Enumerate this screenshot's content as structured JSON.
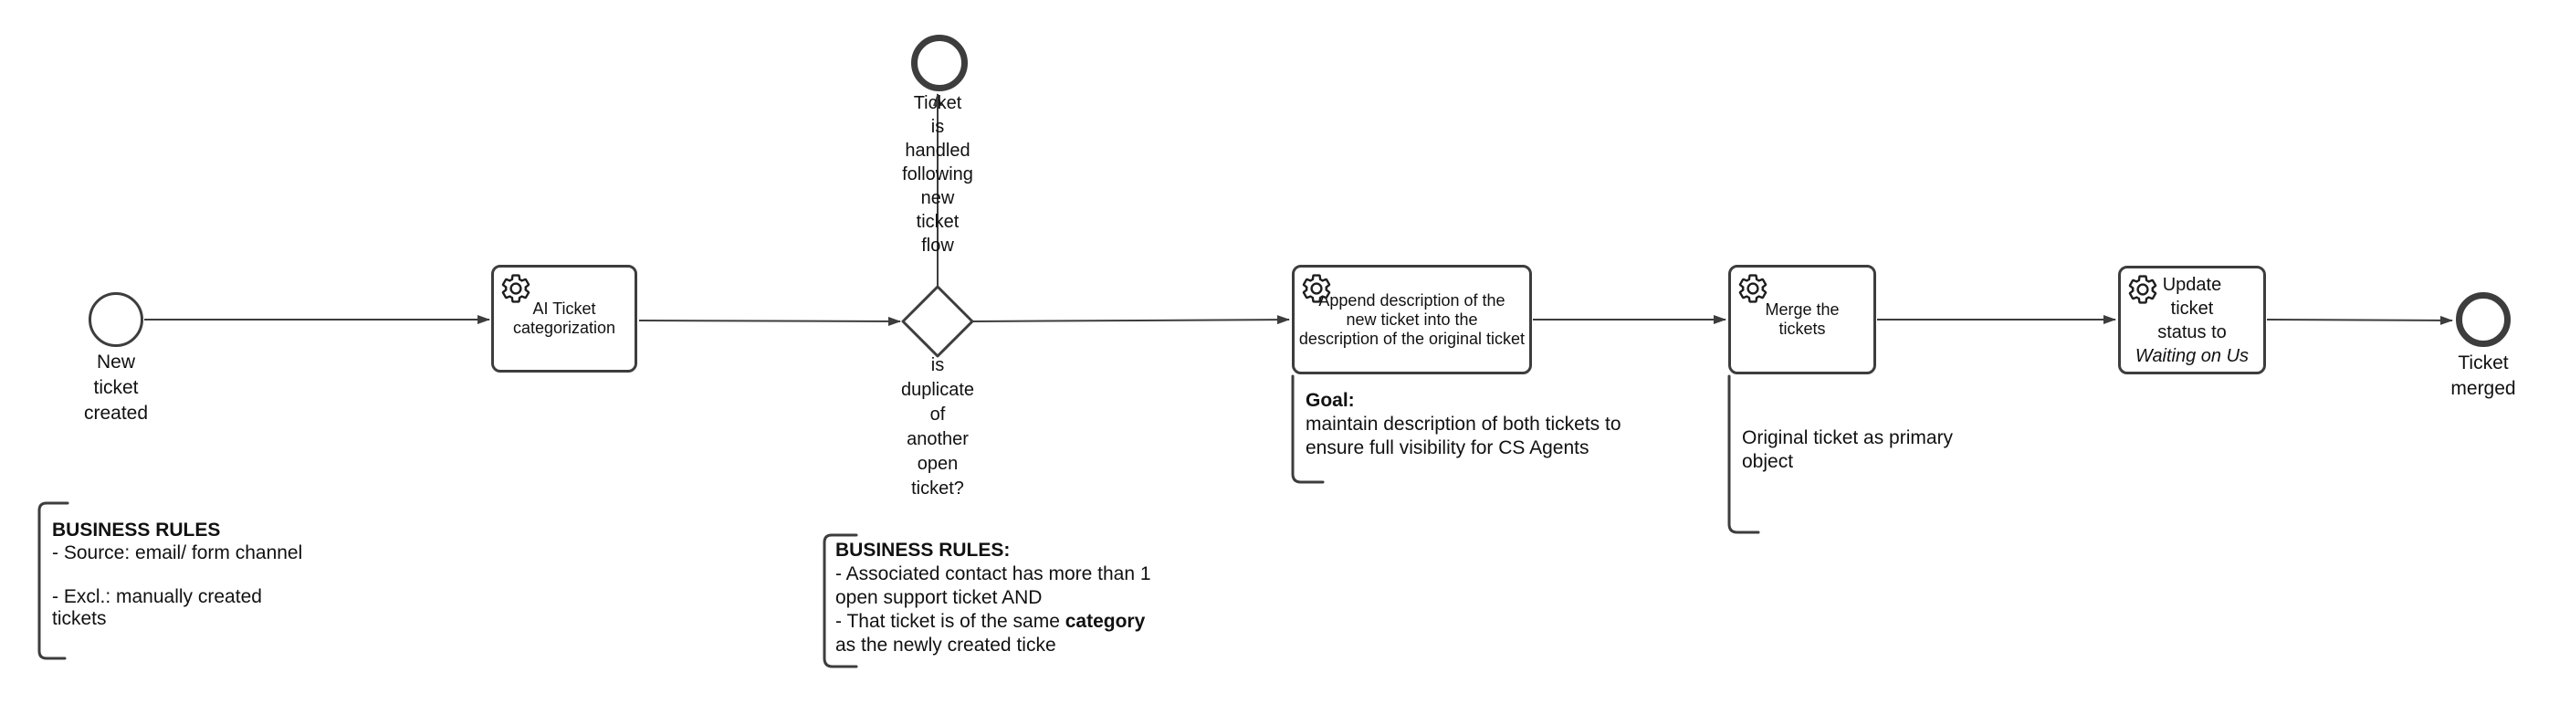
{
  "diagram": {
    "type": "bpmn-flow",
    "nodes": {
      "start_event": {
        "label": "New\nticket\ncreated"
      },
      "task_ai_categorization": {
        "label": "AI Ticket\ncategorization"
      },
      "gateway_duplicate": {
        "label": "is\nduplicate\nof\nanother\nopen\nticket?"
      },
      "end_event_new_flow": {
        "label": "Ticket\nis\nhandled\nfollowing\nnew\nticket\nflow"
      },
      "task_append_description": {
        "label": "Append description of the\nnew ticket into the\ndescription of the original ticket"
      },
      "task_merge_tickets": {
        "label": "Merge the\ntickets"
      },
      "task_update_status": {
        "label_plain": "Update\nticket\nstatus to",
        "label_italic": "Waiting on Us"
      },
      "end_event_merged": {
        "label": "Ticket\nmerged"
      }
    },
    "annotations": {
      "goal": {
        "heading": "Goal:",
        "body": "maintain description of both tickets to\nensure full visibility for CS Agents"
      },
      "primary_object": {
        "body": "Original ticket as primary\nobject"
      },
      "business_rules_source": {
        "heading": "BUSINESS RULES",
        "body": "- Source: email/ form channel\n\n- Excl.: manually created\ntickets"
      },
      "business_rules_duplicate": {
        "heading": "BUSINESS RULES:",
        "line1": "- Associated contact has more than 1",
        "line2": "open support ticket AND",
        "line3_prefix": "- That ticket is of the same ",
        "line3_bold": "category",
        "line4": "as the newly created ticke"
      }
    },
    "colors": {
      "stroke": "#3d3d3d",
      "text": "#111111",
      "background": "#ffffff"
    }
  }
}
